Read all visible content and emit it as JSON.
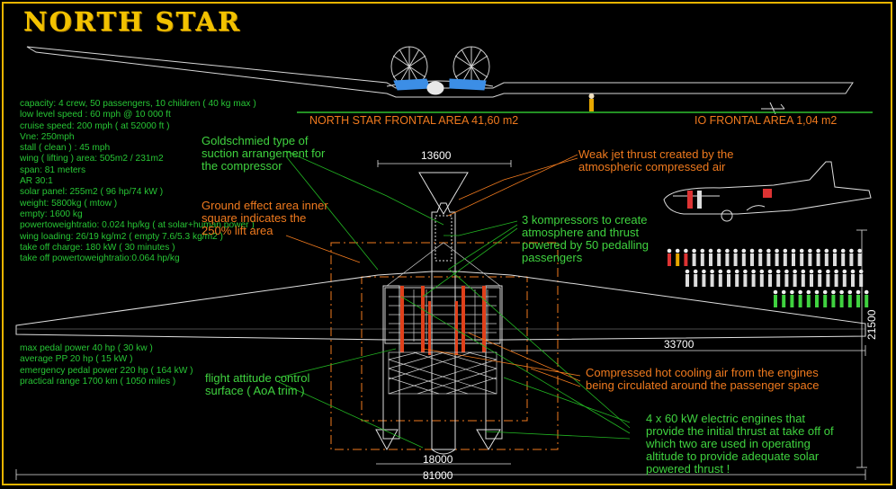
{
  "title": "NORTH STAR",
  "specs_top": [
    "capacity: 4 crew, 50 passengers, 10 children ( 40 kg max )",
    "low level speed : 60 mph @ 10 000 ft",
    "cruise speed: 200 mph ( at 52000 ft )",
    "Vne: 250mph",
    "stall ( clean ) : 45 mph",
    "wing ( lifting ) area: 505m2 / 231m2",
    "span: 81 meters",
    "AR 30:1",
    "solar panel: 255m2 ( 96 hp/74 kW )",
    "weight: 5800kg ( mtow )",
    "empty: 1600 kg",
    "powertoweightratio: 0.024 hp/kg ( at solar+human power )",
    "wing loading: 26/19 kg/m2 ( empty 7.6/5.3 kg/m2 )",
    "take off charge: 180 kW ( 30 minutes )",
    "take off powertoweightratio:0.064 hp/kg"
  ],
  "specs_bottom": [
    "max pedal power 40 hp ( 30 kw )",
    "average PP 20 hp ( 15 kW )",
    "emergency pedal power 220 hp ( 164 kW )",
    "practical range 1700 km ( 1050 miles )"
  ],
  "frontal": {
    "left": "NORTH STAR       FRONTAL AREA 41,60 m2",
    "right": "IO     FRONTAL AREA 1,04 m2"
  },
  "notes": {
    "goldschmied": [
      "Goldschmied type of",
      "suction arrangement for",
      "the compressor"
    ],
    "ground_effect": [
      "Ground effect area inner",
      "square indicates the",
      "250% lift area"
    ],
    "weak_jet": [
      "Weak jet thrust created by the",
      "atmospheric compressed air"
    ],
    "kompressors": [
      "3 kompressors to create",
      "atmosphere and thrust",
      "powered by 50 pedalling",
      "passengers"
    ],
    "compressed_air": [
      "Compressed hot cooling air from the engines",
      "being circulated around the passenger space"
    ],
    "flight_attitude": [
      "flight attitude control",
      "surface ( AoA trim )"
    ],
    "electric_engines": [
      "4 x 60 kW electric engines that",
      "provide the initial thrust at take off of",
      "which two are used in operating",
      "altitude to provide adequate solar",
      "powered thrust !"
    ]
  },
  "dimensions": {
    "d13600": "13600",
    "d33700": "33700",
    "d21500": "21500",
    "d18000": "18000",
    "d81000": "81000"
  },
  "colors": {
    "frame": "#e8b400",
    "title": "#f2c200",
    "spec_text": "#27c635",
    "note_green": "#3fd23f",
    "note_orange": "#f07a1e",
    "dimension": "#ffffff",
    "leader_green": "#22b422",
    "leader_orange": "#f07a1e"
  }
}
